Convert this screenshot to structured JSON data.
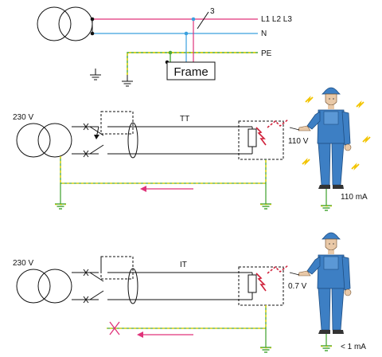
{
  "colors": {
    "phase": "#e0337a",
    "neutral": "#3aa0de",
    "earth_green": "#4aa83a",
    "earth_yellow": "#e6d200",
    "fault": "#d0203a",
    "worker_blue": "#3d7fc4",
    "worker_skin": "#e9c9a8",
    "spark": "#f2c400",
    "ink": "#111111"
  },
  "top_diagram": {
    "conductor_count": "3",
    "line_labels": "L1 L2 L3",
    "neutral_label": "N",
    "pe_label": "PE",
    "frame_label": "Frame"
  },
  "tt_diagram": {
    "source_voltage": "230 V",
    "system_label": "TT",
    "touch_voltage": "110 V",
    "body_current": "110 mA"
  },
  "it_diagram": {
    "source_voltage": "230 V",
    "system_label": "IT",
    "touch_voltage": "0.7 V",
    "body_current": "< 1 mA"
  },
  "icons": [
    "transformer-icon",
    "earth-ground-icon",
    "circuit-breaker-icon",
    "current-transformer-icon",
    "fault-arc-icon",
    "worker-icon",
    "shock-spark-icon",
    "current-flow-arrow-icon",
    "blocked-current-icon"
  ]
}
